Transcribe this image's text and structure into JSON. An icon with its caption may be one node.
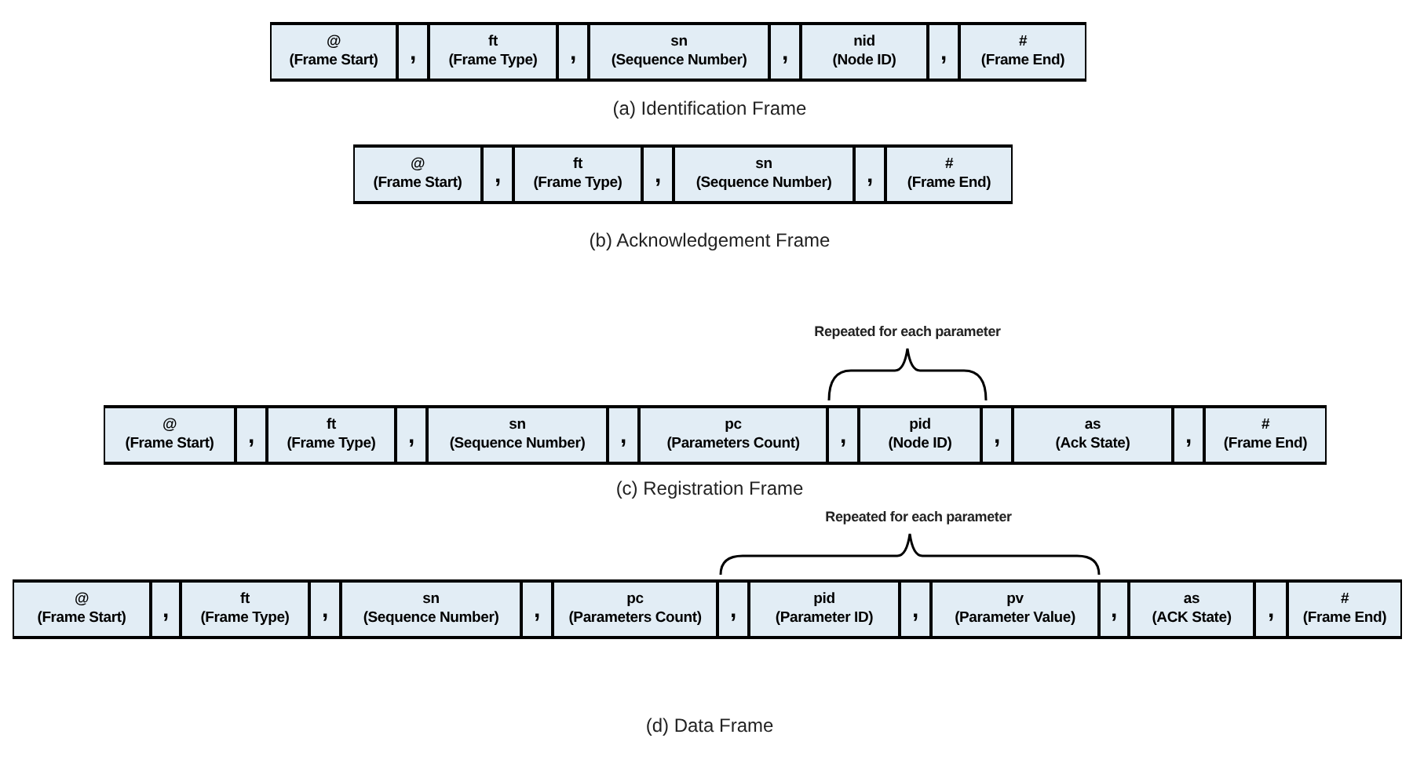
{
  "diagram": {
    "nodes": [
      {
        "text": [
          "@",
          "(Frame Start)"
        ]
      },
      {
        "text": [
          ","
        ]
      },
      {
        "text": [
          "ft",
          "(Frame Type)"
        ]
      },
      {
        "text": [
          ","
        ]
      },
      {
        "text": [
          "sn",
          "(Sequence Number)"
        ]
      },
      {
        "text": [
          ","
        ]
      },
      {
        "text": [
          "nid",
          "(Node ID)"
        ]
      },
      {
        "text": [
          ","
        ]
      },
      {
        "text": [
          "#",
          "(Frame End)"
        ]
      },
      {
        "text": [
          "@",
          "(Frame Start)"
        ]
      },
      {
        "text": [
          ","
        ]
      },
      {
        "text": [
          "ft",
          "(Frame Type)"
        ]
      },
      {
        "text": [
          ","
        ]
      },
      {
        "text": [
          "sn",
          "(Sequence Number)"
        ]
      },
      {
        "text": [
          ","
        ]
      },
      {
        "text": [
          "#",
          "(Frame End)"
        ]
      },
      {
        "text": [
          "@",
          "(Frame Start)"
        ]
      },
      {
        "text": [
          ","
        ]
      },
      {
        "text": [
          "ft",
          "(Frame Type)"
        ]
      },
      {
        "text": [
          ","
        ]
      },
      {
        "text": [
          "sn",
          "(Sequence Number)"
        ]
      },
      {
        "text": [
          ","
        ]
      },
      {
        "text": [
          "pc",
          "(Parameters Count)"
        ]
      },
      {
        "text": [
          ","
        ]
      },
      {
        "text": [
          "pid",
          "(Node ID)"
        ]
      },
      {
        "text": [
          ","
        ]
      },
      {
        "text": [
          "as",
          "(Ack State)"
        ]
      },
      {
        "text": [
          ","
        ]
      },
      {
        "text": [
          "#",
          "(Frame End)"
        ]
      },
      {
        "text": [
          "@",
          "(Frame Start)"
        ]
      },
      {
        "text": [
          ","
        ]
      },
      {
        "text": [
          "ft",
          "(Frame Type)"
        ]
      },
      {
        "text": [
          ","
        ]
      },
      {
        "text": [
          "sn",
          "(Sequence Number)"
        ]
      },
      {
        "text": [
          ","
        ]
      },
      {
        "text": [
          "pc",
          "(Parameters Count)"
        ]
      },
      {
        "text": [
          ","
        ]
      },
      {
        "text": [
          "pid",
          "(Parameter ID)"
        ]
      },
      {
        "text": [
          ","
        ]
      },
      {
        "text": [
          "pv",
          "(Parameter Value)"
        ]
      },
      {
        "text": [
          ","
        ]
      },
      {
        "text": [
          "as",
          "(ACK State)"
        ]
      },
      {
        "text": [
          ","
        ]
      },
      {
        "text": [
          "#",
          "(Frame End)"
        ]
      }
    ],
    "labels": [
      "(a) Identification Frame",
      "(b) Acknowledgement Frame",
      "Repeated for each parameter",
      "(c) Registration Frame",
      "Repeated for each parameter",
      "(d) Data Frame"
    ]
  }
}
